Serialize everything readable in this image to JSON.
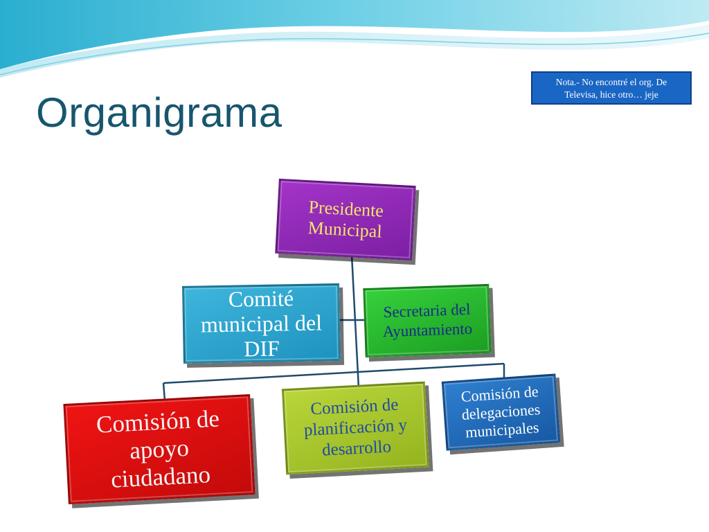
{
  "slide": {
    "title": "Organigrama",
    "note": "Nota.- No encontré el org. De\nTelevisa, hice otro… jeje"
  },
  "org_chart": {
    "presidente": "Presidente\nMunicipal",
    "comite_dif": "Comité\nmunicipal del\nDIF",
    "secretaria": "Secretaria del\nAyuntamiento",
    "apoyo_ciudadano": "Comisión de\napoyo\nciudadano",
    "planificacion": "Comisión de\nplanificación y\ndesarrollo",
    "delegaciones": "Comisión de\ndelegaciones\nmunicipales"
  },
  "colors": {
    "title": "#17566e",
    "note_bg": "#1a66c4",
    "presidente_bg": "#8e27b5",
    "presidente_text": "#f4e46a",
    "comite_bg": "#2ba6d1",
    "secretaria_bg": "#24b82b",
    "secretaria_text": "#1a2c88",
    "apoyo_bg": "#e01010",
    "planificacion_bg": "#a6c52c",
    "planificacion_text": "#1f4ba8",
    "delegaciones_bg": "#1f6bbb",
    "connector": "#1f4a6b"
  }
}
